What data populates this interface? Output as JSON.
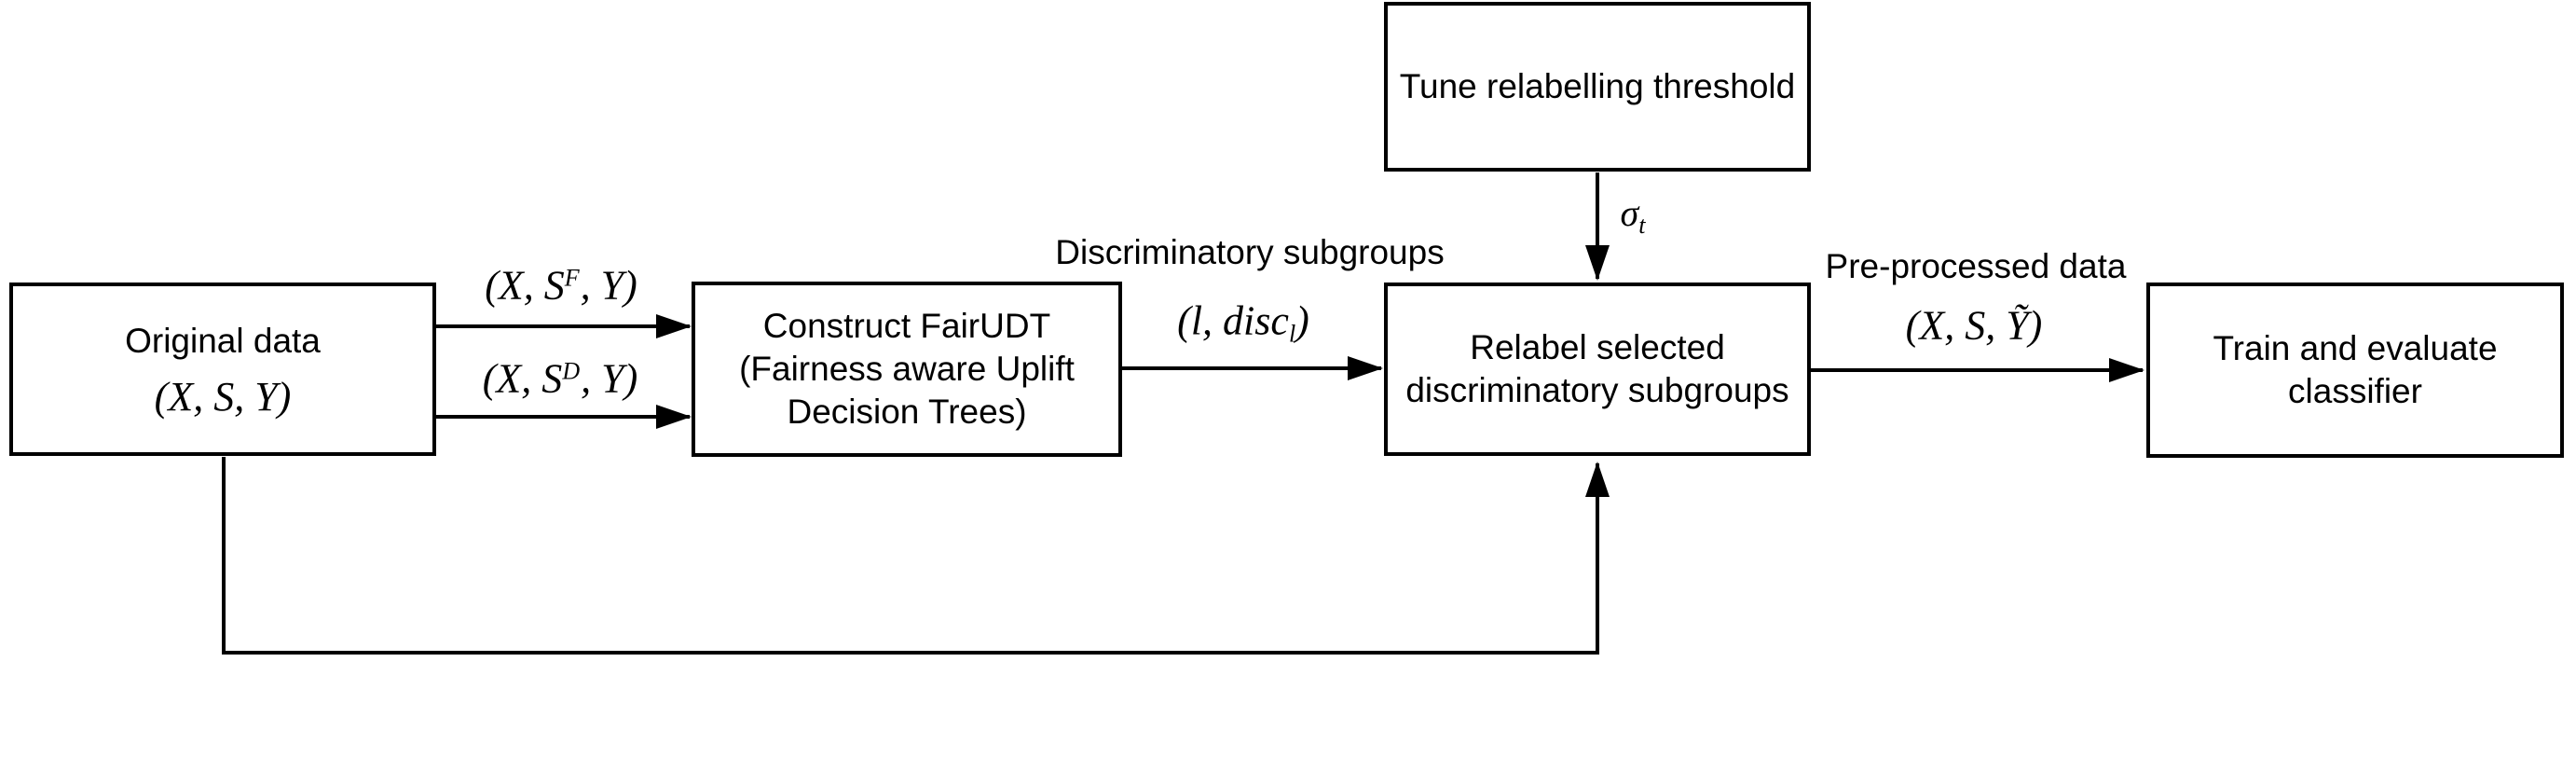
{
  "canvas": {
    "background_color": "#ffffff",
    "stroke_color": "#000000"
  },
  "boxes": {
    "original_data": {
      "title": "Original data",
      "math": "(X, S, Y)"
    },
    "construct_fairudt": {
      "lines": [
        "Construct FairUDT",
        "(Fairness aware Uplift",
        "Decision Trees)"
      ]
    },
    "tune_threshold": {
      "title": "Tune relabelling threshold"
    },
    "relabel_subgroups": {
      "lines": [
        "Relabel selected",
        "discriminatory subgroups"
      ]
    },
    "train_classifier": {
      "lines": [
        "Train and evaluate",
        "classifier"
      ]
    }
  },
  "edge_labels": {
    "favored_input": {
      "pre": "(X, S",
      "sup": "F",
      "post": ", Y)"
    },
    "deprived_input": {
      "pre": "(X, S",
      "sup": "D",
      "post": ", Y)"
    },
    "disc_subgroups_caption": "Discriminatory subgroups",
    "disc_tuple": {
      "pre": "(l, disc",
      "sub": "l",
      "post": ")"
    },
    "sigma_threshold": {
      "base": "σ",
      "sub": "t"
    },
    "preprocessed_caption": "Pre-processed data",
    "preprocessed_tuple": "(X, S, Ỹ)"
  }
}
